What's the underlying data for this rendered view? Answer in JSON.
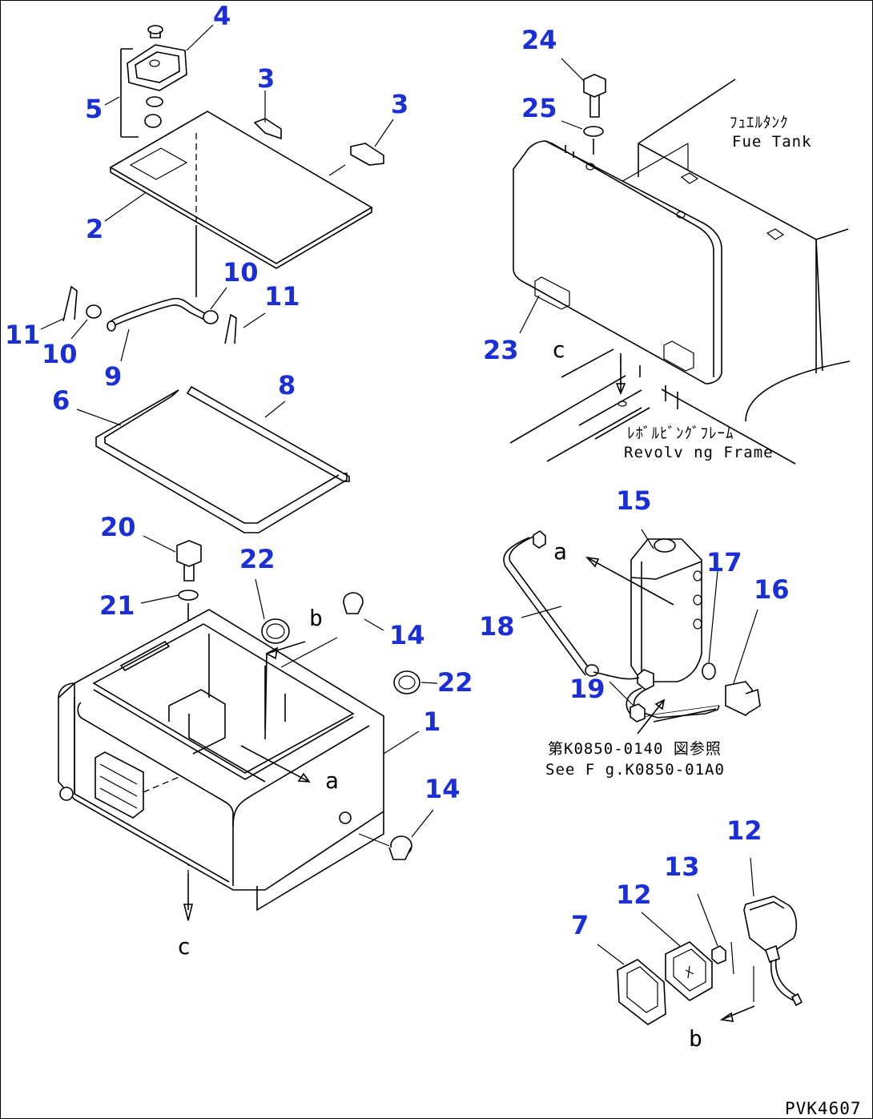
{
  "colors": {
    "callout": "#1a2fd6",
    "ink": "#000000"
  },
  "callouts": [
    {
      "n": "4"
    },
    {
      "n": "3"
    },
    {
      "n": "3"
    },
    {
      "n": "5"
    },
    {
      "n": "2"
    },
    {
      "n": "10"
    },
    {
      "n": "11"
    },
    {
      "n": "11"
    },
    {
      "n": "10"
    },
    {
      "n": "9"
    },
    {
      "n": "6"
    },
    {
      "n": "8"
    },
    {
      "n": "20"
    },
    {
      "n": "22"
    },
    {
      "n": "21"
    },
    {
      "n": "14"
    },
    {
      "n": "22"
    },
    {
      "n": "1"
    },
    {
      "n": "14"
    },
    {
      "n": "24"
    },
    {
      "n": "25"
    },
    {
      "n": "23"
    },
    {
      "n": "15"
    },
    {
      "n": "17"
    },
    {
      "n": "16"
    },
    {
      "n": "18"
    },
    {
      "n": "19"
    },
    {
      "n": "12"
    },
    {
      "n": "13"
    },
    {
      "n": "12"
    },
    {
      "n": "7"
    }
  ],
  "letters": {
    "b_top": "b",
    "a_mid": "a",
    "c_bottom": "c",
    "c_right": "c",
    "a_right": "a",
    "b_bottom": "b"
  },
  "notes": {
    "fuel_tank_jp": "ﾌｭｴﾙﾀﾝｸ",
    "fuel_tank_en": "Fue  Tank",
    "frame_jp": "ﾚﾎﾞﾙﾋﾞﾝｸﾞﾌﾚｰﾑ",
    "frame_en": "Revolv ng Frame",
    "ref_jp": "第K0850-0140 図参照",
    "ref_en": "See F g.K0850-01A0"
  },
  "drawing_code": "PVK4607"
}
